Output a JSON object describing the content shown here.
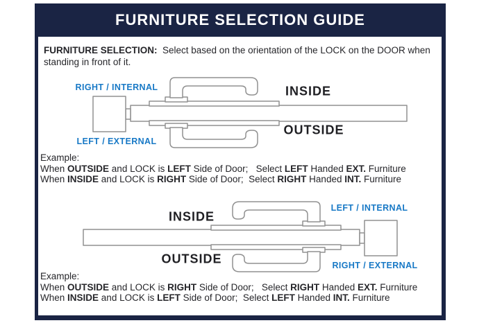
{
  "header": {
    "title": "FURNITURE SELECTION GUIDE"
  },
  "intro": {
    "segments": [
      {
        "t": "FURNITURE SELECTION:",
        "b": true
      },
      {
        "t": "  Select based on the orientation of the LOCK on the DOOR when standing in front of it.",
        "b": false
      }
    ]
  },
  "diagram_top": {
    "label_top_left": "RIGHT / INTERNAL",
    "label_bottom_left": "LEFT / EXTERNAL",
    "label_inside": "INSIDE",
    "label_outside": "OUTSIDE"
  },
  "example_top": {
    "heading": "Example:",
    "line1": [
      {
        "t": "When ",
        "b": false
      },
      {
        "t": "OUTSIDE",
        "b": true
      },
      {
        "t": " and LOCK is ",
        "b": false
      },
      {
        "t": "LEFT",
        "b": true
      },
      {
        "t": " Side of Door;   Select ",
        "b": false
      },
      {
        "t": "LEFT",
        "b": true
      },
      {
        "t": " Handed ",
        "b": false
      },
      {
        "t": "EXT.",
        "b": true
      },
      {
        "t": " Furniture",
        "b": false
      }
    ],
    "line2": [
      {
        "t": "When ",
        "b": false
      },
      {
        "t": "INSIDE",
        "b": true
      },
      {
        "t": " and LOCK is ",
        "b": false
      },
      {
        "t": "RIGHT",
        "b": true
      },
      {
        "t": " Side of Door;  Select ",
        "b": false
      },
      {
        "t": "RIGHT",
        "b": true
      },
      {
        "t": " Handed ",
        "b": false
      },
      {
        "t": "INT.",
        "b": true
      },
      {
        "t": " Furniture",
        "b": false
      }
    ]
  },
  "diagram_bottom": {
    "label_inside": "INSIDE",
    "label_outside": "OUTSIDE",
    "label_top_right": "LEFT / INTERNAL",
    "label_bottom_right": "RIGHT / EXTERNAL"
  },
  "example_bottom": {
    "heading": "Example:",
    "line1": [
      {
        "t": "When ",
        "b": false
      },
      {
        "t": "OUTSIDE",
        "b": true
      },
      {
        "t": " and LOCK is ",
        "b": false
      },
      {
        "t": "RIGHT",
        "b": true
      },
      {
        "t": " Side of Door;   Select ",
        "b": false
      },
      {
        "t": "RIGHT",
        "b": true
      },
      {
        "t": " Handed ",
        "b": false
      },
      {
        "t": "EXT.",
        "b": true
      },
      {
        "t": " Furniture",
        "b": false
      }
    ],
    "line2": [
      {
        "t": "When ",
        "b": false
      },
      {
        "t": "INSIDE",
        "b": true
      },
      {
        "t": " and LOCK is ",
        "b": false
      },
      {
        "t": "LEFT",
        "b": true
      },
      {
        "t": " Side of Door;  Select ",
        "b": false
      },
      {
        "t": "LEFT",
        "b": true
      },
      {
        "t": " Handed ",
        "b": false
      },
      {
        "t": "INT.",
        "b": true
      },
      {
        "t": " Furniture",
        "b": false
      }
    ]
  },
  "colors": {
    "navy": "#1a2444",
    "label_blue": "#1879c6",
    "outline_gray": "#909090",
    "text_dark": "#26262a"
  }
}
